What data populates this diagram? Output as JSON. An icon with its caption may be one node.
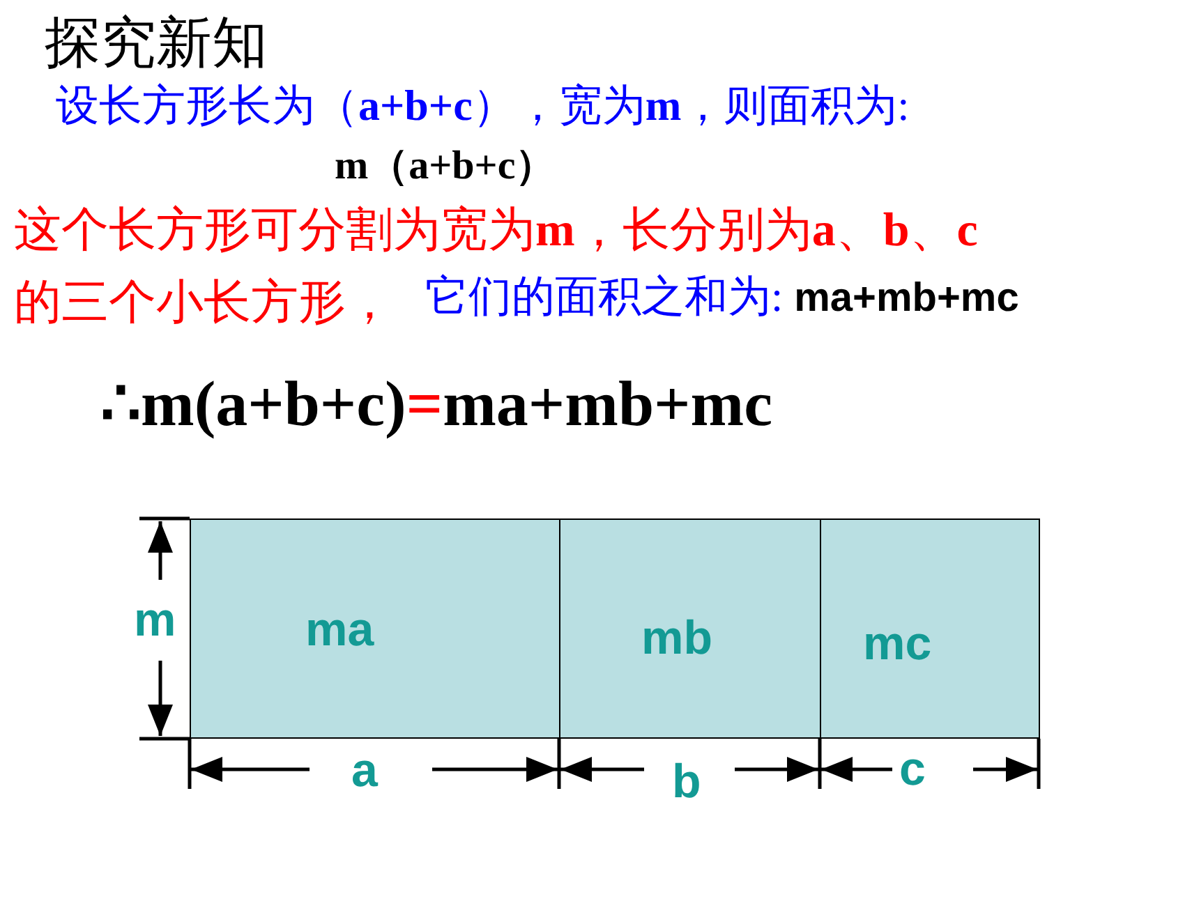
{
  "diagram": {
    "title": "探究新知",
    "nodes": [
      {
        "text": [
          "ma"
        ]
      },
      {
        "text": [
          "mb"
        ]
      },
      {
        "text": [
          "mc"
        ]
      }
    ],
    "edges": [],
    "labels": [
      "设长方形长为（**a+b+c**），宽为**m**，则面积为:",
      "m（a+b+c）",
      "这个长方形可分割为宽为**m**，长分别为**a**、**b**、**c**的三个小长方形，",
      "它们的面积之和为:",
      "ma+mb+mc",
      "∴m(a+b+c)",
      "=",
      "ma+mb+mc",
      "m",
      "a",
      "b",
      "c"
    ]
  }
}
